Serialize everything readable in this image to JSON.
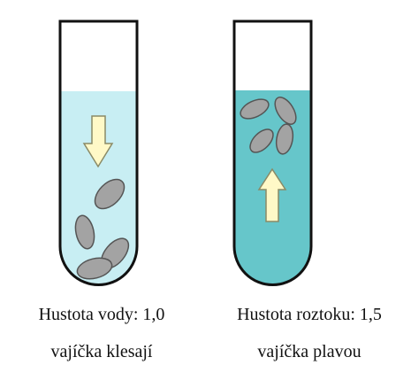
{
  "left_panel": {
    "caption_line1": "Hustota vody: 1,0",
    "caption_line2": "vajíčka klesají",
    "liquid_color": "#c8eef3",
    "arrow_direction": "down"
  },
  "right_panel": {
    "caption_line1": "Hustota roztoku: 1,5",
    "caption_line2": "vajíčka plavou",
    "liquid_color": "#66c6ca",
    "arrow_direction": "up"
  },
  "colors": {
    "tube_outline": "#111111",
    "egg_fill": "#a3a3a3",
    "egg_stroke": "#555555",
    "arrow_fill": "#fff9c7",
    "arrow_stroke": "#8a8a66"
  }
}
